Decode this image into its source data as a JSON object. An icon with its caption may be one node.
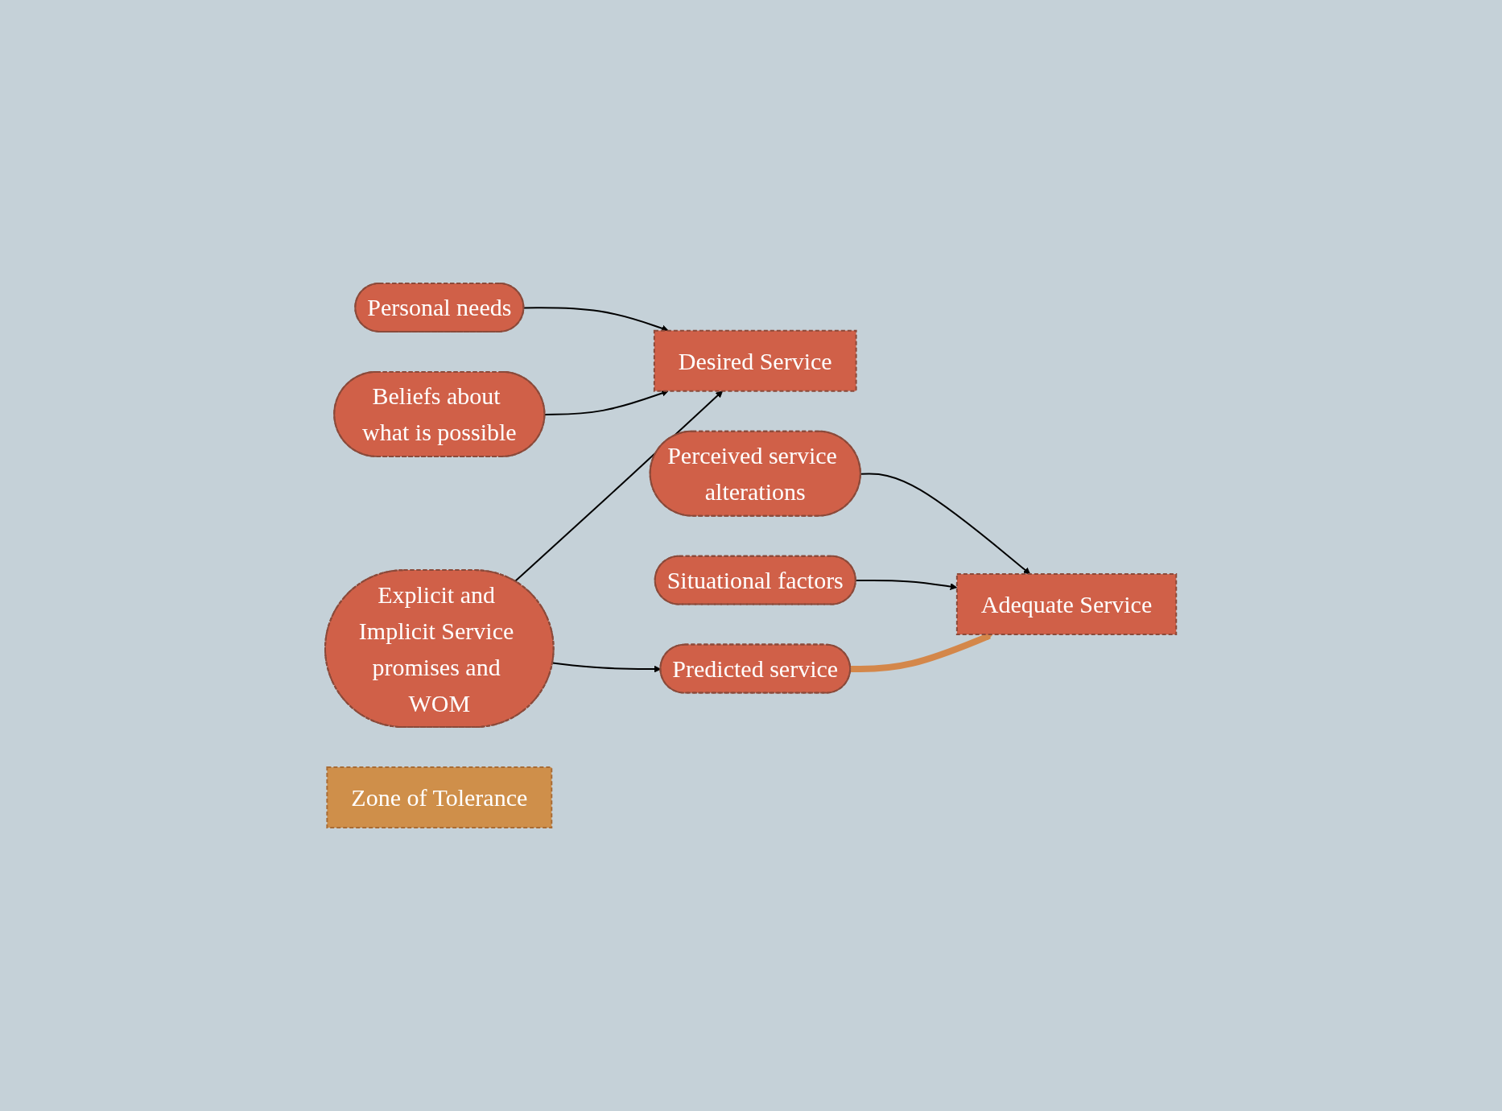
{
  "diagram": {
    "nodes": [
      {
        "text": [
          "Personal needs"
        ]
      },
      {
        "text": [
          "Desired Service"
        ]
      },
      {
        "text": [
          "Explicit and Implicit Service promises and WOM"
        ]
      },
      {
        "text": [
          "Beliefs about what is possible"
        ]
      },
      {
        "text": [
          "Zone of Tolerance"
        ]
      },
      {
        "text": [
          "Perceived service alterations"
        ]
      },
      {
        "text": [
          "Adequate Service"
        ]
      },
      {
        "text": [
          "Predicted service"
        ]
      },
      {
        "text": [
          "Situational factors"
        ]
      }
    ],
    "edges": [
      {
        "from": 0,
        "to": 1,
        "arrow": "to"
      },
      {
        "from": 3,
        "to": 1,
        "arrow": "to"
      },
      {
        "from": 2,
        "to": 1,
        "arrow": "to"
      },
      {
        "from": 2,
        "to": 7,
        "arrow": "to"
      },
      {
        "from": 5,
        "to": 6,
        "arrow": "to"
      },
      {
        "from": 8,
        "to": 6,
        "arrow": "to"
      },
      {
        "from": 7,
        "to": 6,
        "arrow": "to",
        "style": "thick",
        "color": "#d4874a"
      }
    ]
  }
}
